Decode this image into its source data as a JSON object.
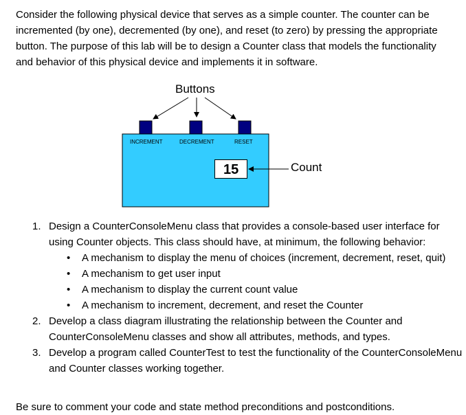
{
  "intro": "Consider the following physical device that serves as a simple counter. The counter can be incremented (by one), decremented (by one), and reset (to zero) by pressing the appropriate button. The purpose of this lab will be to design a Counter class that models the functionality and behavior of this physical device and implements it in software.",
  "figure": {
    "buttons_label": "Buttons",
    "increment_label": "INCREMENT",
    "decrement_label": "DECREMENT",
    "reset_label": "RESET",
    "count_value": "15",
    "count_label": "Count",
    "colors": {
      "device_fill": "#33ccff",
      "button_fill": "#000080"
    }
  },
  "list": {
    "items": [
      {
        "num": "1.",
        "text": "Design a CounterConsoleMenu class that provides a console-based user interface for using Counter objects. This class should have, at minimum, the following behavior:",
        "bullets": [
          "A mechanism to display the menu of choices (increment, decrement, reset, quit)",
          "A mechanism to get user input",
          "A mechanism to display the current count value",
          "A mechanism to increment, decrement, and reset the Counter"
        ]
      },
      {
        "num": "2.",
        "text": "Develop a class diagram illustrating the relationship between the Counter and CounterConsoleMenu classes and show all attributes, methods, and types."
      },
      {
        "num": "3.",
        "text": "Develop a program called CounterTest to test the functionality of the CounterConsoleMenu and Counter classes working together."
      }
    ]
  },
  "closing": "Be sure to comment your code and state method preconditions and postconditions."
}
